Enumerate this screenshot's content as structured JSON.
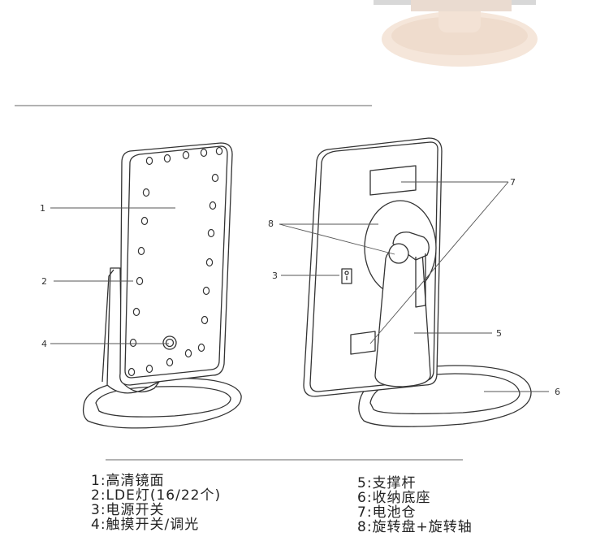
{
  "callouts": {
    "c1": "1",
    "c2": "2",
    "c3": "3",
    "c4": "4",
    "c5": "5",
    "c6": "6",
    "c7": "7",
    "c8": "8"
  },
  "legend": {
    "left": [
      "1:高清镜面",
      "2:LDE灯(16/22个)",
      "3:电源开关",
      "4:触摸开关/调光"
    ],
    "right": [
      "5:支撑杆",
      "6:收纳底座",
      "7:电池仓",
      "8:旋转盘+旋转轴"
    ]
  }
}
